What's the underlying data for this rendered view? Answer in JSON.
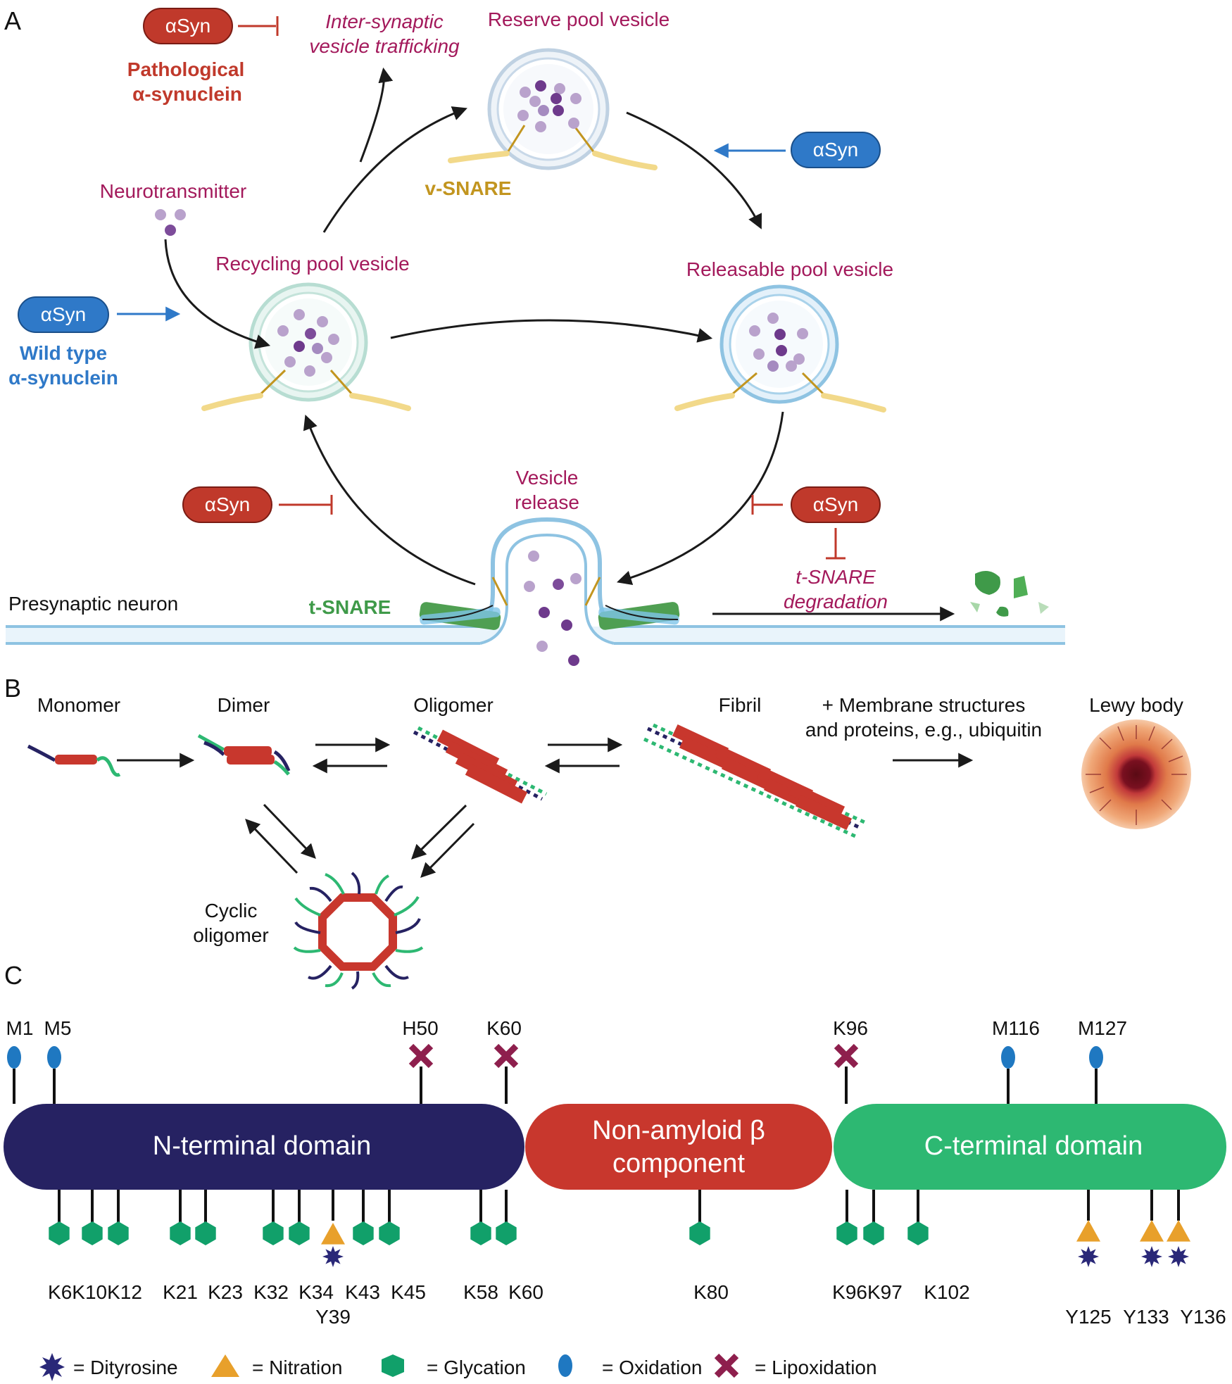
{
  "panel_a": {
    "letter": "A",
    "pathological_pill": "αSyn",
    "pathological_caption": [
      "Pathological",
      "α-synuclein"
    ],
    "inter_synaptic": [
      "Inter-synaptic",
      "vesicle trafficking"
    ],
    "reserve_label": "Reserve pool vesicle",
    "v_snare": "v-SNARE",
    "neurotransmitter": "Neurotransmitter",
    "recycling_label": "Recycling pool vesicle",
    "releasable_label": "Releasable pool vesicle",
    "wildtype_pill": "αSyn",
    "wildtype_caption": [
      "Wild type",
      "α-synuclein"
    ],
    "right_pill": "αSyn",
    "left_inhibit_pill": "αSyn",
    "right_inhibit_pill": "αSyn",
    "vesicle_release": [
      "Vesicle",
      "release"
    ],
    "t_snare_degradation": [
      "t-SNARE",
      "degradation"
    ],
    "presynaptic": "Presynaptic neuron",
    "t_snare": "t-SNARE"
  },
  "panel_b": {
    "letter": "B",
    "monomer": "Monomer",
    "dimer": "Dimer",
    "oligomer": "Oligomer",
    "fibril": "Fibril",
    "membrane": [
      "+ Membrane structures",
      "and proteins, e.g., ubiquitin"
    ],
    "lewy": "Lewy body",
    "cyclic": [
      "Cyclic",
      "oligomer"
    ]
  },
  "panel_c": {
    "letter": "C",
    "domains": [
      "N-terminal domain",
      "Non-amyloid β",
      "component",
      "C-terminal domain"
    ],
    "top_labels": [
      "M1",
      "M5",
      "H50",
      "K60",
      "K96",
      "M116",
      "M127"
    ],
    "bottom_labels": [
      "K6K10K12",
      "K21",
      "K23",
      "K32",
      "K34",
      "K43",
      "K45",
      "Y39",
      "K58",
      "K60",
      "K80",
      "K96K97",
      "K102",
      "Y125",
      "Y133",
      "Y136"
    ],
    "legend": [
      "= Dityrosine",
      "= Nitration",
      "= Glycation",
      "= Oxidation",
      "= Lipoxidation"
    ]
  },
  "colors": {
    "pathological": "#c0392b",
    "wildtype": "#2f79c8",
    "magenta_text": "#a3195b",
    "n_terminal": "#262262",
    "nac": "#c8372d",
    "c_terminal": "#2db872",
    "glycation": "#11a06a",
    "nitration": "#e8a02b",
    "oxidation": "#1f78c1",
    "lipoxidation": "#8e1f4d",
    "dityrosine": "#2a2878",
    "vsnare": "#c2951f",
    "tsnare": "#3f9a49"
  }
}
